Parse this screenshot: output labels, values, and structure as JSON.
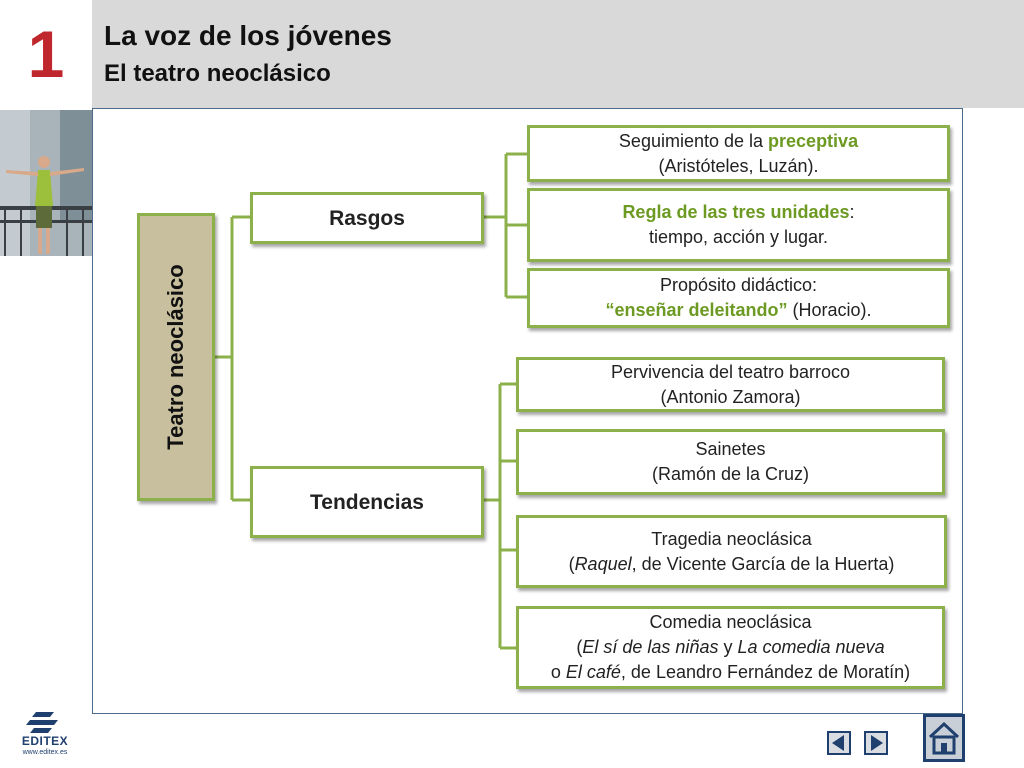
{
  "header": {
    "unit_number": "1",
    "title": "La voz de los jóvenes",
    "subtitle": "El teatro neoclásico"
  },
  "diagram": {
    "root": "Teatro neoclásico",
    "branches": {
      "rasgos": {
        "label": "Rasgos",
        "items": {
          "preceptiva": {
            "a": "Seguimiento de la ",
            "b": "preceptiva",
            "line2": "(Aristóteles, Luzán)."
          },
          "unidades": {
            "a": "Regla de las tres unidades",
            "b": ":",
            "line2": "tiempo, acción y lugar."
          },
          "didactico": {
            "line1": "Propósito didáctico:",
            "a": "“enseñar deleitando”",
            "b": " (Horacio)."
          }
        }
      },
      "tendencias": {
        "label": "Tendencias",
        "items": {
          "barroco": {
            "line1": "Pervivencia del teatro barroco",
            "line2": "(Antonio Zamora)"
          },
          "sainetes": {
            "line1": "Sainetes",
            "line2": "(Ramón de la Cruz)"
          },
          "tragedia": {
            "line1": "Tragedia neoclásica",
            "a": "(",
            "b": "Raquel",
            "c": ", de Vicente García de la Huerta)"
          },
          "comedia": {
            "line1": "Comedia neoclásica",
            "a": "(",
            "b": "El sí de las niñas",
            "c": " y ",
            "d": "La comedia nueva",
            "e": "o ",
            "f": "El café",
            "g": ", de Leandro Fernández de Moratín)"
          }
        }
      }
    }
  },
  "footer": {
    "logo_text": "EDITEX",
    "logo_url": "www.editex.es"
  },
  "colors": {
    "accent_red": "#c0272d",
    "box_border": "#8cb04a",
    "highlight_green": "#6c9a22",
    "root_fill": "#c7bf9d",
    "nav_blue": "#1f3f6e"
  }
}
